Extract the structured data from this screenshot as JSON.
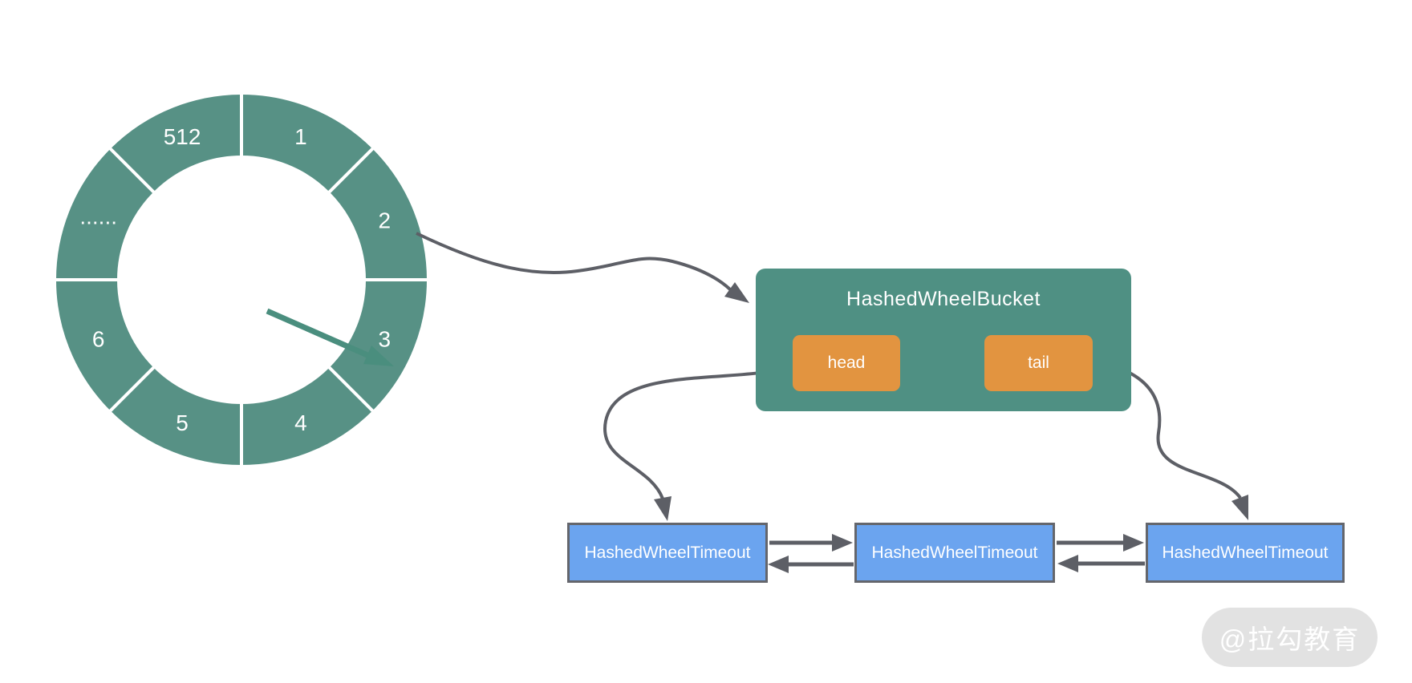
{
  "colors": {
    "wheel_teal": "#579185",
    "bucket_teal": "#4f9083",
    "node_orange": "#e29440",
    "timeout_blue": "#6ba4ef",
    "timeout_border": "#64666c",
    "arrow_gray": "#5d5f66",
    "pointer_teal": "#4a8e7e",
    "watermark_bg": "#e2e2e2",
    "watermark_text": "#ffffff",
    "label_white": "#ffffff"
  },
  "wheel": {
    "segments": [
      {
        "label": "1"
      },
      {
        "label": "2"
      },
      {
        "label": "3"
      },
      {
        "label": "4"
      },
      {
        "label": "5"
      },
      {
        "label": "6"
      },
      {
        "label": "......"
      },
      {
        "label": "512"
      }
    ]
  },
  "bucket": {
    "title": "HashedWheelBucket",
    "head_label": "head",
    "tail_label": "tail"
  },
  "timeout_nodes": [
    {
      "label": "HashedWheelTimeout"
    },
    {
      "label": "HashedWheelTimeout"
    },
    {
      "label": "HashedWheelTimeout"
    }
  ],
  "watermark": {
    "text": "@拉勾教育"
  }
}
